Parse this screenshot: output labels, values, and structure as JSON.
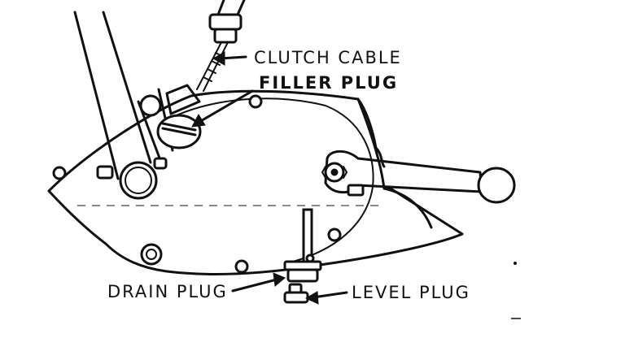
{
  "labels": {
    "clutch_cable": "CLUTCH CABLE",
    "filler_plug": "FILLER PLUG",
    "drain_plug": "DRAIN PLUG",
    "level_plug": "LEVEL PLUG"
  },
  "colors": {
    "ink": "#111111",
    "background": "#ffffff"
  }
}
